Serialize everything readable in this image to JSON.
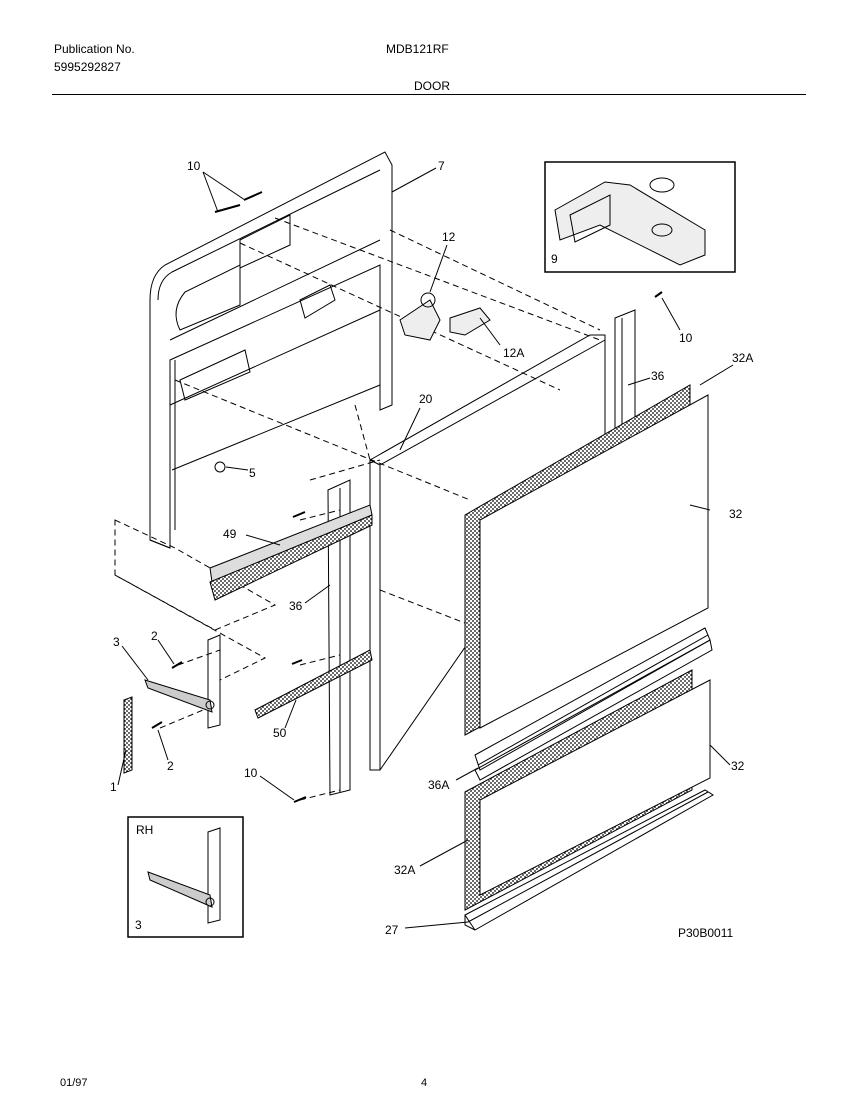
{
  "header": {
    "publication_label": "Publication No.",
    "publication_number": "5995292827",
    "model": "MDB121RF",
    "section": "DOOR"
  },
  "callouts": [
    {
      "id": "c10a",
      "text": "10"
    },
    {
      "id": "c7",
      "text": "7"
    },
    {
      "id": "c12",
      "text": "12"
    },
    {
      "id": "c12a",
      "text": "12A"
    },
    {
      "id": "c9",
      "text": "9"
    },
    {
      "id": "c10b",
      "text": "10"
    },
    {
      "id": "c32a1",
      "text": "32A"
    },
    {
      "id": "c36a",
      "text": "36"
    },
    {
      "id": "c20",
      "text": "20"
    },
    {
      "id": "c5",
      "text": "5"
    },
    {
      "id": "c32b",
      "text": "32"
    },
    {
      "id": "c49",
      "text": "49"
    },
    {
      "id": "c36b",
      "text": "36"
    },
    {
      "id": "c3a",
      "text": "3"
    },
    {
      "id": "c2a",
      "text": "2"
    },
    {
      "id": "c50",
      "text": "50"
    },
    {
      "id": "c2b",
      "text": "2"
    },
    {
      "id": "c1",
      "text": "1"
    },
    {
      "id": "c10c",
      "text": "10"
    },
    {
      "id": "c36A",
      "text": "36A"
    },
    {
      "id": "c32c",
      "text": "32"
    },
    {
      "id": "cRH",
      "text": "RH"
    },
    {
      "id": "c3b",
      "text": "3"
    },
    {
      "id": "c32a2",
      "text": "32A"
    },
    {
      "id": "c27",
      "text": "27"
    }
  ],
  "figure_code": "P30B0011",
  "footer": {
    "date": "01/97",
    "page": "4"
  }
}
